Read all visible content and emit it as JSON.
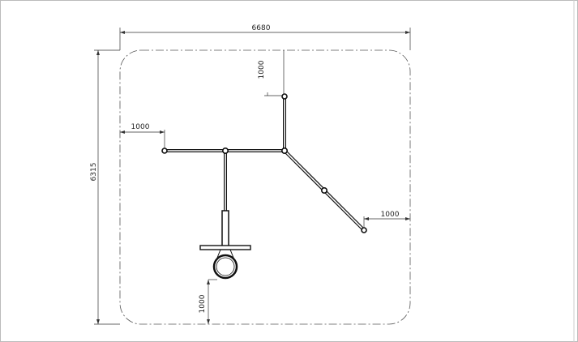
{
  "dimensions": {
    "overall_width": "6680",
    "overall_height": "6315",
    "offset_top": "1000",
    "offset_left": "1000",
    "offset_right": "1000",
    "offset_bottom": "1000"
  }
}
